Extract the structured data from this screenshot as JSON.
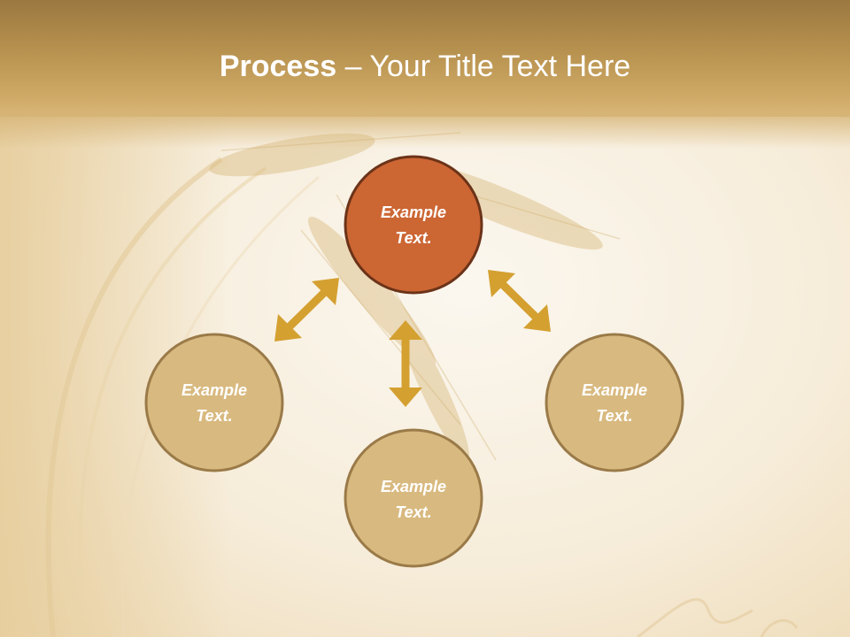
{
  "slide": {
    "title_strong": "Process",
    "title_separator": " – ",
    "title_rest": "Your Title Text Here"
  },
  "diagram": {
    "nodes": [
      {
        "id": "center",
        "line1": "Example",
        "line2": "Text.",
        "color": "#cc6633"
      },
      {
        "id": "left",
        "line1": "Example",
        "line2": "Text.",
        "color": "#d8b97f"
      },
      {
        "id": "bottom",
        "line1": "Example",
        "line2": "Text.",
        "color": "#d8b97f"
      },
      {
        "id": "right",
        "line1": "Example",
        "line2": "Text.",
        "color": "#d8b97f"
      }
    ],
    "arrow_color": "#d4a030"
  }
}
